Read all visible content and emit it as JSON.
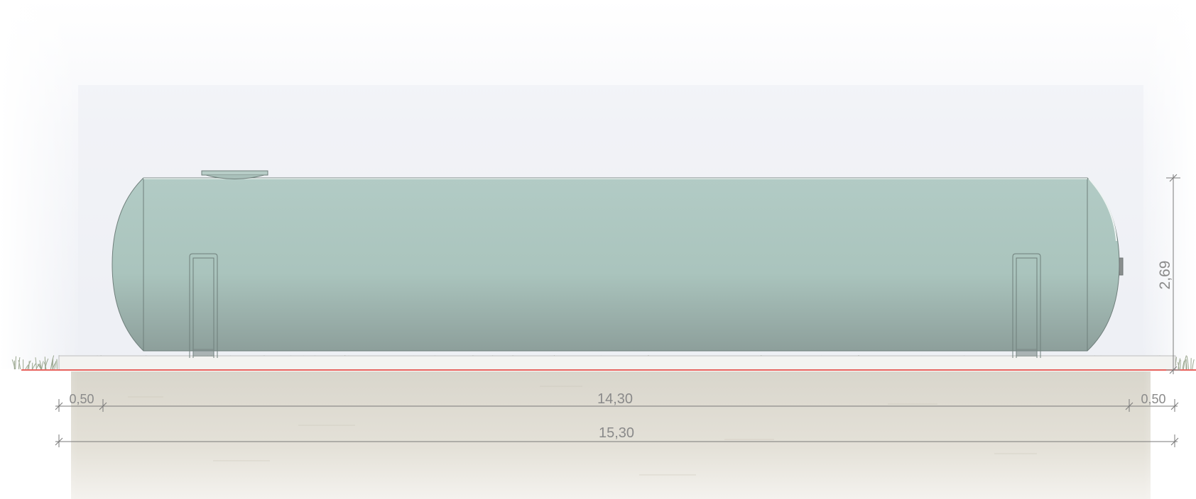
{
  "drawing": {
    "dimensions": {
      "left_margin": "0,50",
      "tank_length": "14,30",
      "right_margin": "0,50",
      "total_length": "15,30",
      "tank_height": "2,69"
    },
    "colors": {
      "tank_top": "#b0cbc4",
      "tank_bottom": "#8fa39f",
      "ground_line": "#e0302a",
      "slab": "#f2f2f0",
      "soil": "#d6d2c6",
      "dimension_line": "#7a7a7a"
    }
  }
}
